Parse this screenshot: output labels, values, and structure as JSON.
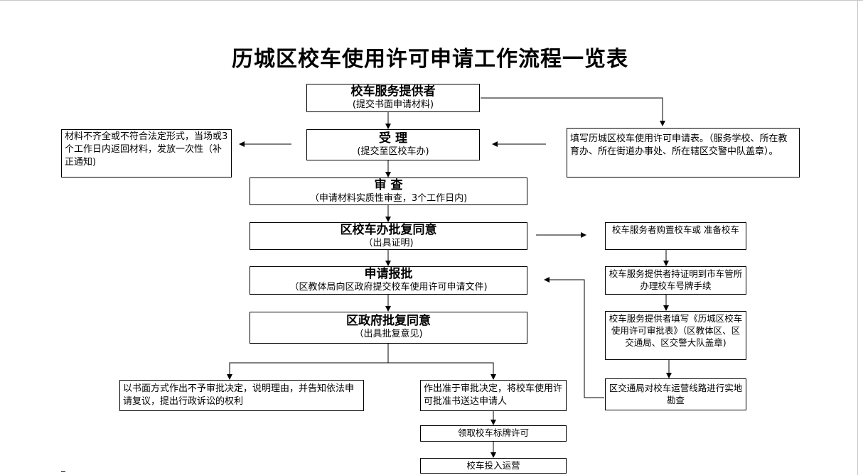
{
  "title": "历城区校车使用许可申请工作流程一览表",
  "nodes": {
    "provider": {
      "title": "校车服务提供者",
      "sub": "(提交书面申请材料)"
    },
    "accept": {
      "title": "受   理",
      "sub": "(提交至区校车办)"
    },
    "incomplete": {
      "text": "材料不齐全或不符合法定形式，当场或3个工作日内返回材料，发放一次性（补正通知)"
    },
    "fill_form": {
      "text": "填写历城区校车使用许可申请表。（服务学校、所在教育办、所在街道办事处、所在辖区交警中队盖章）。"
    },
    "review": {
      "title": "审   查",
      "sub": "（申请材料实质性审查，3个工作日内)"
    },
    "district_approve": {
      "title": "区校车办批复同意",
      "sub": "（出具证明)"
    },
    "buy_bus": {
      "text": "校车服务者购置校车或    准备校车"
    },
    "report": {
      "title": "申请报批",
      "sub": "（区教体局向区政府提交校车使用许可申请文件)"
    },
    "plate": {
      "text": "校车服务提供者持证明到市车管所办理校车号牌手续"
    },
    "gov_approve": {
      "title": "区政府批复同意",
      "sub": "（出具批复意见)"
    },
    "fill_approval": {
      "text": "校车服务提供者填写《历城区校车使用许可审批表》（区教体区、区交通局、区交警大队盖章)"
    },
    "reject": {
      "text": "以书面方式作出不予审批决定，说明理由，并告知依法申请复议，提出行政诉讼的权利"
    },
    "grant": {
      "text": "作出准于审批决定，将校车使用许可批准书送达申请人"
    },
    "route_survey": {
      "text": "区交通局对校车运营线路进行实地勘查"
    },
    "collect_sign": {
      "text": "领取校车标牌许可"
    },
    "operate": {
      "text": "校车投入运营"
    }
  }
}
